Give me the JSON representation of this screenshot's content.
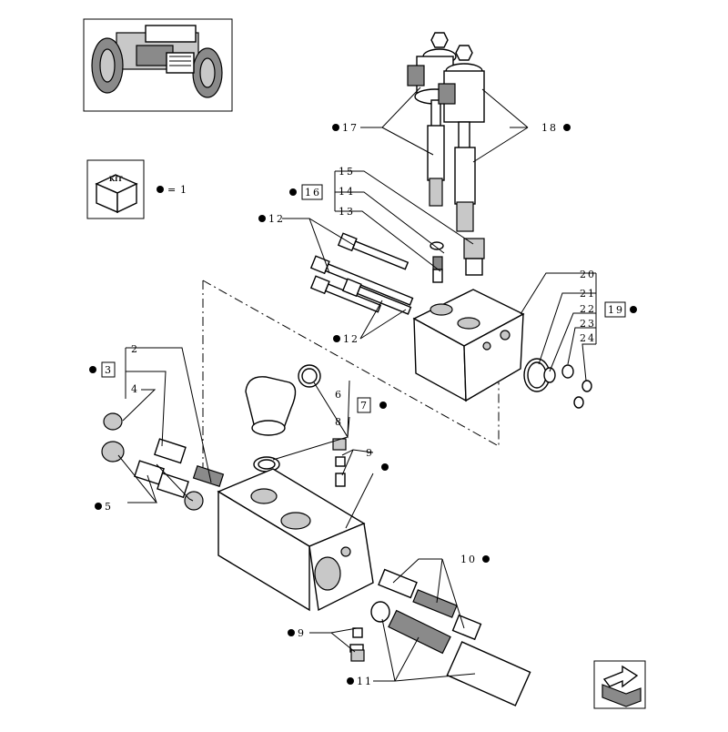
{
  "callouts": {
    "c1": "1",
    "c2": "2",
    "c3": "3",
    "c4": "4",
    "c5": "5",
    "c6": "6",
    "c7": "7",
    "c8": "8",
    "c9a": "9",
    "c9b": "9",
    "c10": "10",
    "c11": "11",
    "c12a": "12",
    "c12b": "12",
    "c13": "13",
    "c14": "14",
    "c15": "15",
    "c16": "16",
    "c17": "17",
    "c18": "18",
    "c19": "19",
    "c20": "20",
    "c21": "21",
    "c22": "22",
    "c23": "23",
    "c24": "24"
  },
  "kit": {
    "label": "KIT",
    "equals": "="
  }
}
